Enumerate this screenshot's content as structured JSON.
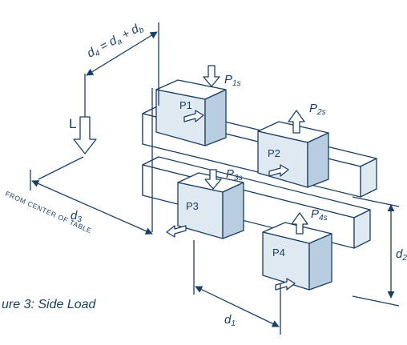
{
  "diagram": {
    "caption": "ure 3: Side Load",
    "formula": {
      "lhs": "d",
      "lhs_sub": "4",
      "eq": " = ",
      "a": "d",
      "a_sub": "a",
      "plus": " + ",
      "b": "d",
      "b_sub": "b"
    },
    "load": {
      "label": "L"
    },
    "from_center_label": "FROM CENTER OF TABLE",
    "forces": [
      {
        "id": "p1s",
        "main": "P",
        "sub": "1s"
      },
      {
        "id": "p2s",
        "main": "P",
        "sub": "2s"
      },
      {
        "id": "p3s",
        "main": "P",
        "sub": "3s"
      },
      {
        "id": "p4s",
        "main": "P",
        "sub": "4s"
      }
    ],
    "carriages": [
      {
        "id": "p1",
        "label": "P1"
      },
      {
        "id": "p2",
        "label": "P2"
      },
      {
        "id": "p3",
        "label": "P3"
      },
      {
        "id": "p4",
        "label": "P4"
      }
    ],
    "dims": {
      "d1": {
        "main": "d",
        "sub": "1"
      },
      "d2": {
        "main": "d",
        "sub": "2"
      },
      "d3": {
        "main": "d",
        "sub": "3"
      }
    },
    "colors": {
      "line": "#1a3f66",
      "fill": "#dfe9f2",
      "shade": "#b8cde0",
      "white": "#ffffff"
    }
  }
}
